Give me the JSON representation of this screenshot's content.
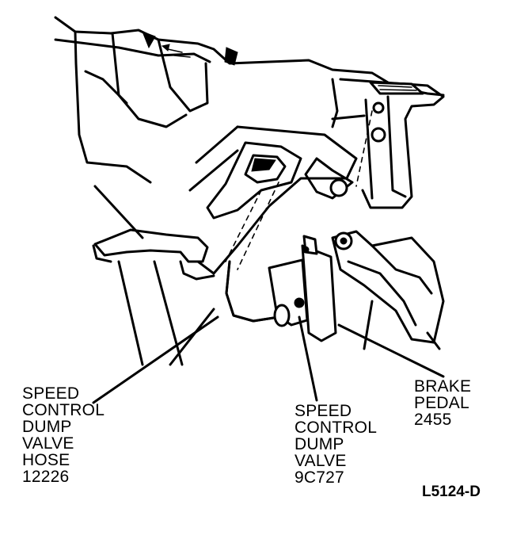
{
  "labels": {
    "hose": [
      "SPEED",
      "CONTROL",
      "DUMP",
      "VALVE",
      "HOSE",
      "12226"
    ],
    "valve": [
      "SPEED",
      "CONTROL",
      "DUMP",
      "VALVE",
      "9C727"
    ],
    "pedal": [
      "BRAKE",
      "PEDAL",
      "2455"
    ]
  },
  "figure_id": "L5124-D"
}
